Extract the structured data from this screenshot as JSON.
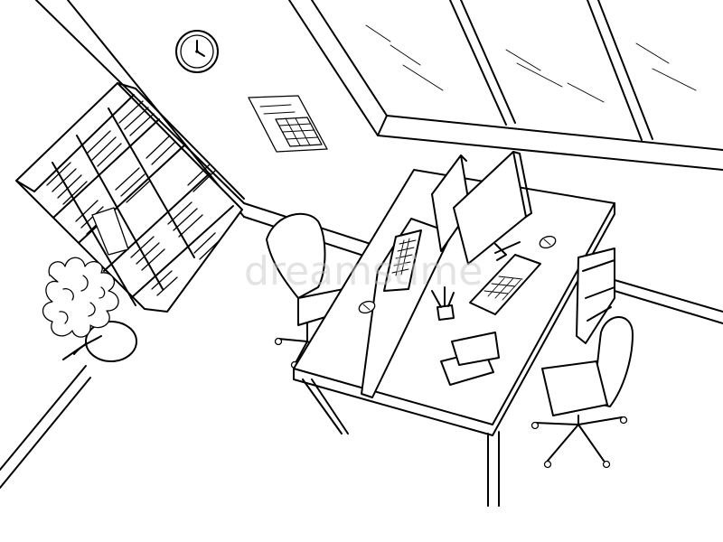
{
  "scene": {
    "kind": "office interior sketch",
    "style": "black line art on white",
    "colors": {
      "line": "#000000",
      "background": "#ffffff"
    }
  },
  "watermark": {
    "text": "dreamstime"
  },
  "objects": [
    "wall-clock",
    "wall-calendar",
    "windows",
    "bookshelf-with-binders",
    "potted-plant",
    "two-person-desk",
    "desk-divider",
    "monitor-left",
    "monitor-right",
    "keyboard-left",
    "keyboard-right",
    "mouse-left",
    "mouse-right",
    "pen-cup",
    "papers",
    "drawer-cabinet",
    "office-chair-left",
    "office-chair-right"
  ]
}
